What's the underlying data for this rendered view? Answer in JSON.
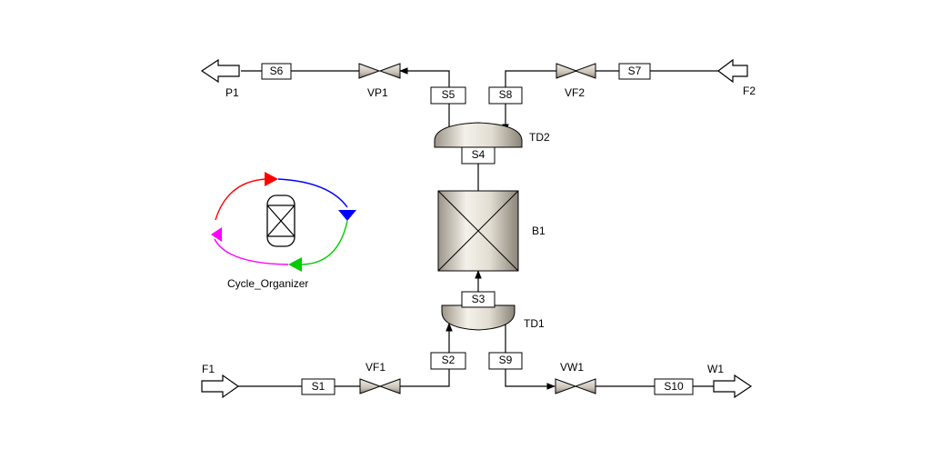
{
  "streams": {
    "s1": "S1",
    "s2": "S2",
    "s3": "S3",
    "s4": "S4",
    "s5": "S5",
    "s6": "S6",
    "s7": "S7",
    "s8": "S8",
    "s9": "S9",
    "s10": "S10"
  },
  "blocks": {
    "f1": "F1",
    "f2": "F2",
    "p1": "P1",
    "w1": "W1",
    "vf1": "VF1",
    "vf2": "VF2",
    "vp1": "VP1",
    "vw1": "VW1",
    "td1": "TD1",
    "td2": "TD2",
    "b1": "B1"
  },
  "cycle_organizer": {
    "label": "Cycle_Organizer",
    "colors": [
      "#ff0000",
      "#0000ff",
      "#00cc00",
      "#ff00ff"
    ]
  },
  "icons": {
    "bed": "packed-bed-icon",
    "valve": "bowtie-valve-icon",
    "feed": "feed-arrow-icon",
    "product": "product-arrow-icon"
  }
}
